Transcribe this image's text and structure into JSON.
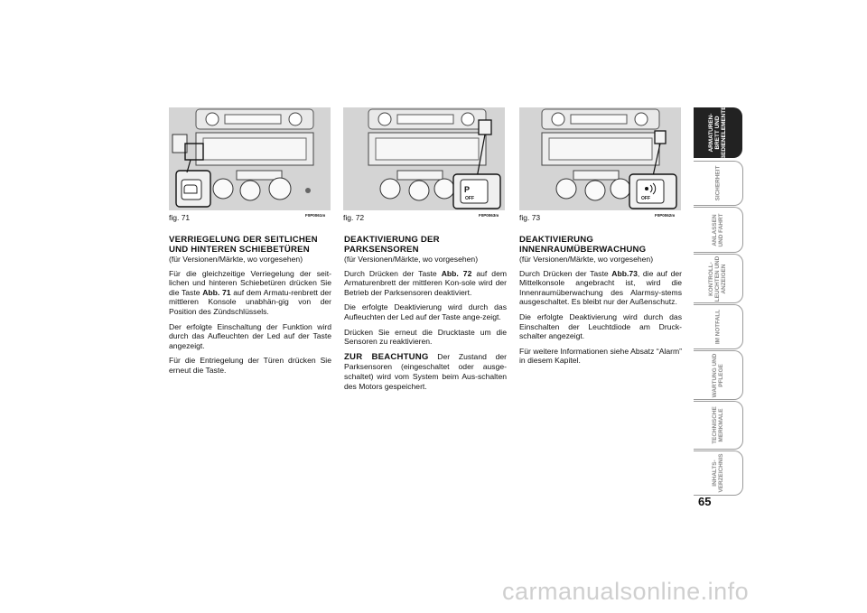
{
  "figures": [
    {
      "label": "fig. 71",
      "code": "F0P0061m",
      "button_text": ""
    },
    {
      "label": "fig. 72",
      "code": "F0P0063m",
      "button_text": "OFF"
    },
    {
      "label": "fig. 73",
      "code": "F0P0062m",
      "button_text": "OFF"
    }
  ],
  "columns": [
    {
      "heading": "VERRIEGELUNG DER SEITLICHEN UND HINTEREN SCHIEBETÜREN",
      "subheading": "(für Versionen/Märkte, wo vorgesehen)",
      "p1_a": "Für die gleichzeitige Verriegelung der seit-lichen und hinteren Schiebetüren drücken Sie die Taste ",
      "p1_b": "Abb. 71",
      "p1_c": " auf dem Armatu-renbrett der mittleren Konsole unabhän-gig von der Position des Zündschlüssels.",
      "p2": "Der erfolgte Einschaltung der Funktion wird durch das Aufleuchten der Led auf der Taste angezeigt.",
      "p3": "Für die Entriegelung der Türen drücken Sie erneut die Taste."
    },
    {
      "heading": "DEAKTIVIERUNG DER PARKSENSOREN",
      "subheading": "(für Versionen/Märkte, wo vorgesehen)",
      "p1_a": "Durch Drücken der Taste ",
      "p1_b": "Abb. 72",
      "p1_c": " auf dem Armaturenbrett der mittleren Kon-sole wird der Betrieb der Parksensoren deaktiviert.",
      "p2": "Die erfolgte Deaktivierung wird durch das Aufleuchten der Led auf der Taste ange-zeigt.",
      "p3": "Drücken Sie erneut die Drucktaste um die Sensoren zu reaktivieren.",
      "note_head": "ZUR BEACHTUNG",
      "note_text": " Der Zustand der Parksensoren (eingeschaltet oder ausge-schaltet) wird vom System beim Aus-schalten des Motors gespeichert."
    },
    {
      "heading": "DEAKTIVIERUNG INNENRAUMÜBERWACHUNG",
      "subheading": "(für Versionen/Märkte, wo vorgesehen)",
      "p1_a": "Durch Drücken der Taste ",
      "p1_b": "Abb.73",
      "p1_c": ", die auf der Mittelkonsole angebracht ist, wird die Innenraumüberwachung des Alarmsy-stems ausgeschaltet. Es bleibt nur der Außenschutz.",
      "p2": "Die erfolgte Deaktivierung wird durch das Einschalten der Leuchtdiode am Druck-schalter angezeigt.",
      "p3": "Für weitere Informationen siehe Absatz “Alarm” in diesem Kapitel."
    }
  ],
  "tabs": [
    {
      "label": "ARMATUREN-\nBRETT UND\nBEDIENELEMENTE",
      "active": true
    },
    {
      "label": "SICHERHEIT",
      "active": false
    },
    {
      "label": "ANLASSEN\nUND FAHRT",
      "active": false
    },
    {
      "label": "KONTROLL-\nLEUCHTEN UND\nANZEIGEN",
      "active": false
    },
    {
      "label": "IM NOTFALL",
      "active": false
    },
    {
      "label": "WARTUNG UND\nPFLEGE",
      "active": false
    },
    {
      "label": "TECHNISCHE\nMERKMALE",
      "active": false
    },
    {
      "label": "INHALTS-\nVERZEICHNIS",
      "active": false
    }
  ],
  "page_number": "65",
  "watermark": "carmanualsonline.info"
}
